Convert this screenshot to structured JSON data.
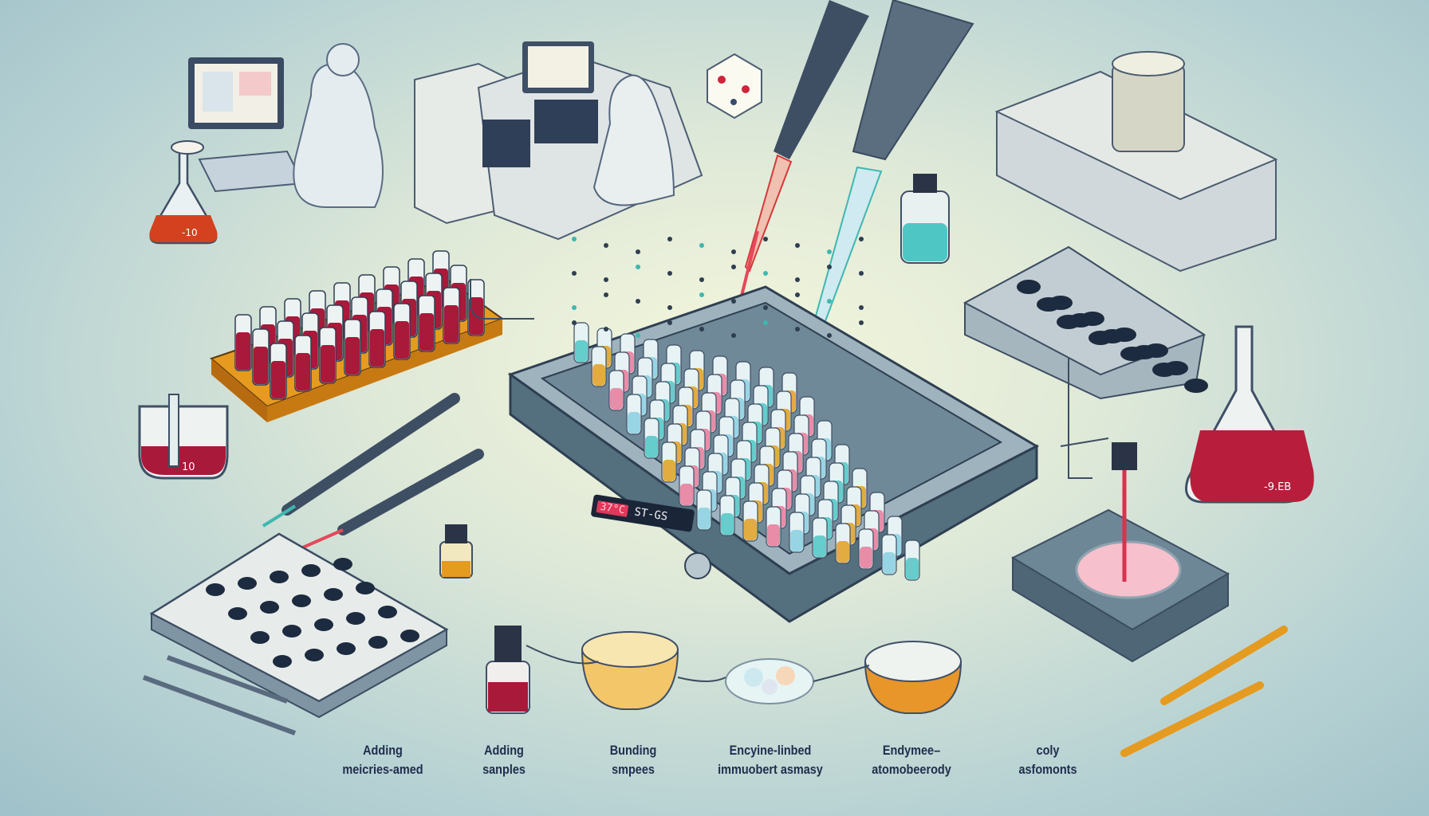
{
  "device_display": {
    "indicator": "37°C",
    "readout": "ST-GS"
  },
  "steps": [
    {
      "line1": "Adding",
      "line2": "meicries-amed"
    },
    {
      "line1": "Adding",
      "line2": "sanples"
    },
    {
      "line1": "Bunding",
      "line2": "smpees"
    },
    {
      "line1": "Encyine-linbed",
      "line2": "immuobert asmasy"
    },
    {
      "line1": "Endymee–",
      "line2": "atomobeerody"
    },
    {
      "line1": "coly",
      "line2": "asfomonts"
    }
  ],
  "flask_labels": {
    "left": "10",
    "right": "-9.EB",
    "top_left": "-10"
  },
  "colors": {
    "accent_red": "#b81d3c",
    "teal": "#3fb7b0",
    "amber": "#e0a020",
    "device": "#5f7d8c",
    "label_text": "#1f2d4d"
  }
}
